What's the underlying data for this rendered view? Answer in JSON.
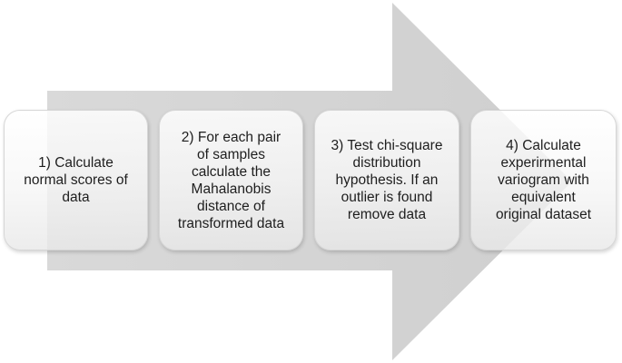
{
  "diagram": {
    "arrow_color": "#d2d2d2",
    "box_border_color": "#d6d6d6",
    "steps": [
      {
        "label": "1) Calculate\nnormal scores of\ndata"
      },
      {
        "label": "2) For each pair\nof samples\ncalculate the\nMahalanobis\ndistance of\ntransformed data"
      },
      {
        "label": "3) Test chi-square\ndistribution\nhypothesis. If an\noutlier is found\nremove data"
      },
      {
        "label": "4) Calculate\nexperirmental\nvariogram with\nequivalent\noriginal dataset"
      }
    ]
  }
}
